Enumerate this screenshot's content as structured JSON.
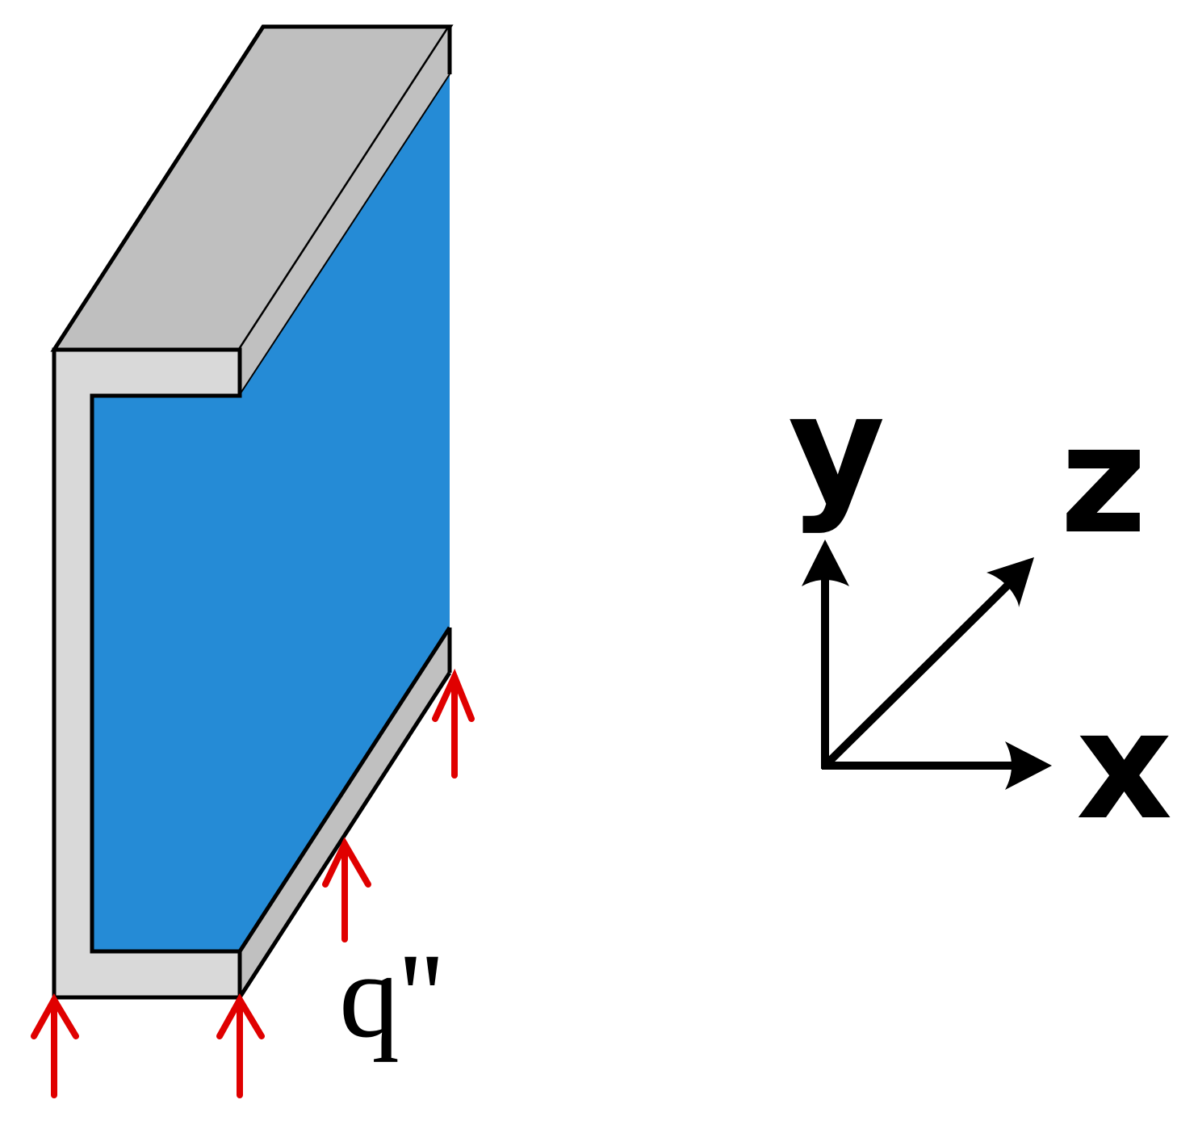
{
  "figure": {
    "description": "3D channel with fluid region heated from below by uniform heat flux, with coordinate axes",
    "colors": {
      "background": "#ffffff",
      "top_face": "#bfbfbf",
      "front_face": "#d9d9d9",
      "side_face": "#c0c0c0",
      "fluid": "#258bd6",
      "outline": "#000000",
      "heat_flux_arrow": "#e00000",
      "axis": "#000000"
    },
    "heat_flux": {
      "label": "q''",
      "arrow_count": 4
    },
    "axes": {
      "x_label": "x",
      "y_label": "y",
      "z_label": "z"
    }
  }
}
